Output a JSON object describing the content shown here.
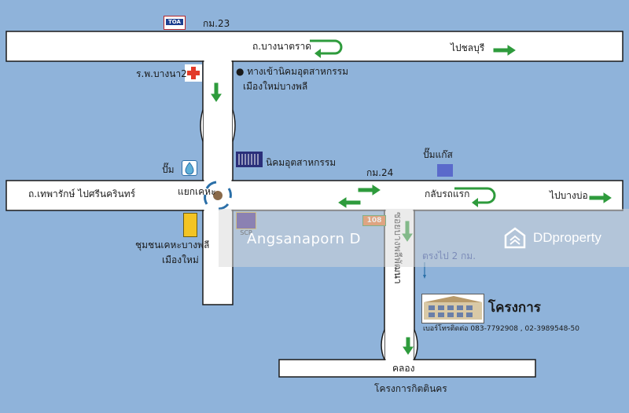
{
  "colors": {
    "background": "#8fb3da",
    "road": "#ffffff",
    "road_outline": "#1a1a1a",
    "arrow": "#2e9b3c",
    "roundabout_arrow": "#2a6fa8",
    "hospital_cross": "#e23a2a"
  },
  "labels": {
    "km23": "กม.23",
    "bang_na_trat": "ถ.บางนาตราด",
    "to_chonburi": "ไปชลบุรี",
    "hospital": "ร.พ.บางนา2",
    "estate_entrance": "● ทางเข้านิคมอุตสาหกรรม",
    "new_town": "เมืองใหม่บางพลี",
    "industrial_estate": "นิคมอุตสาหกรรม",
    "gas_station": "ปั๊ม",
    "km24": "กม.24",
    "gas_pump": "ปั๊มแก๊ส",
    "thepharak": "ถ.เทพารักษ์ ไปศรีนครินทร์",
    "khae_kha_junction": "แยกเคหะ",
    "u_turn": "กลับรถแรก",
    "to_bang_bo": "ไปบางบ่อ",
    "community": "ชุมชนเคหะบางพลี",
    "community_town": "เมืองใหม่",
    "soi": "ซอยบางพลีพัฒนา",
    "straight": "ตรงไป 2 กม.",
    "project": "โครงการ",
    "phone": "เบอร์โทรติดต่อ 083-7792908 , 02-3989548-50",
    "canal": "คลอง",
    "project_name": "โครงการกิตตินคร",
    "scp": "SCP",
    "num108": "108",
    "toa": "TOA"
  },
  "watermark": {
    "agent": "Angsanaporn D",
    "brand": "DDproperty"
  },
  "icons": [
    "toa-logo",
    "hospital-cross-icon",
    "industrial-building-icon",
    "gas-station-icon",
    "roundabout-icon",
    "scp-logo",
    "108-shop-logo",
    "direction-arrow-icon",
    "u-turn-arrow-icon",
    "project-building-icon",
    "ddproperty-logo-icon"
  ]
}
